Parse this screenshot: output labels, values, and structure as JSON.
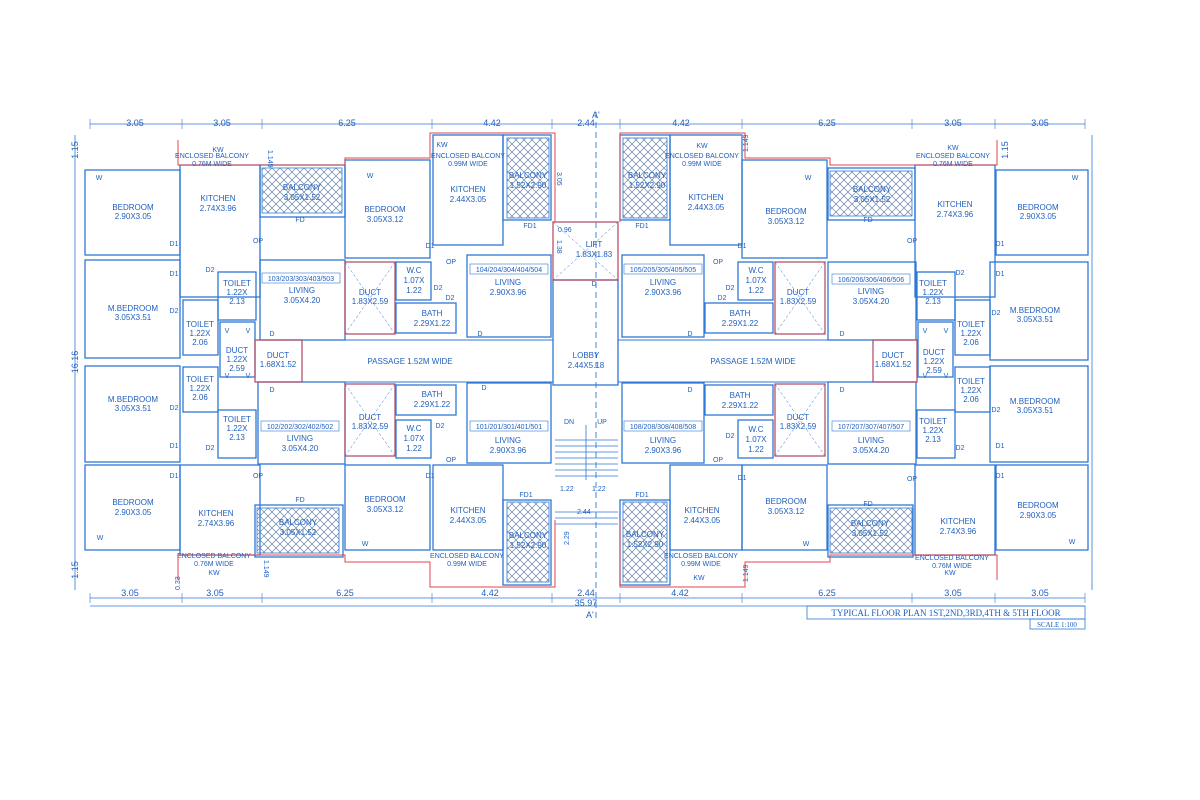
{
  "colors": {
    "line": "#2f78d6",
    "accent": "#e0454f",
    "text": "#1f5fbf",
    "hatch": "#6b86a8"
  },
  "top_dims": [
    "3.05",
    "3.05",
    "6.25",
    "4.42",
    "2.44",
    "4.42",
    "6.25",
    "3.05",
    "3.05"
  ],
  "bottom_dims": [
    "3.05",
    "3.05",
    "6.25",
    "4.42",
    "2.44",
    "4.42",
    "6.25",
    "3.05",
    "3.05"
  ],
  "overall_width": "35.97",
  "overall_height": "16.16",
  "side_dims": {
    "top_left": "1.15",
    "bottom_left": "1.15",
    "top_right": "1.15"
  },
  "section": {
    "top": "A'",
    "bottom": "A'"
  },
  "rooms": {
    "bedroom": {
      "label": "BEDROOM",
      "size": "2.90X3.05"
    },
    "bedroom_inner": {
      "label": "BEDROOM",
      "size": "3.05X3.12"
    },
    "m_bedroom": {
      "label": "M.BEDROOM",
      "size": "3.05X3.51"
    },
    "kitchen_a": {
      "label": "KITCHEN",
      "size": "2.74X3.96"
    },
    "kitchen_b": {
      "label": "KITCHEN",
      "size": "2.44X3.05"
    },
    "balcony_a": {
      "label": "BALCONY",
      "size": "3.05X1.52"
    },
    "balcony_b": {
      "label": "BALCONY",
      "size": "1.52X2.90"
    },
    "living_a": {
      "label": "LIVING",
      "size": "3.05X4.20"
    },
    "living_b": {
      "label": "LIVING",
      "size": "2.90X3.96"
    },
    "toilet": {
      "label": "TOILET",
      "size_1": "1.22X",
      "size_2": "2.13"
    },
    "toilet_b": {
      "label": "TOILET",
      "size_1": "1.22X",
      "size_2": "2.06"
    },
    "duct_a": {
      "label": "DUCT",
      "size_1": "1.22X",
      "size_2": "2.59"
    },
    "duct_b": {
      "label": "DUCT",
      "size": "1.68X1.52"
    },
    "duct_c": {
      "label": "DUCT",
      "size": "1.83X2.59"
    },
    "wc": {
      "label": "W.C",
      "size_1": "1.07X",
      "size_2": "1.22"
    },
    "bath": {
      "label": "BATH",
      "size": "2.29X1.22"
    },
    "enclosed_balcony_a": {
      "label": "ENCLOSED BALCONY",
      "width": "0.76M WIDE"
    },
    "enclosed_balcony_b": {
      "label": "ENCLOSED BALCONY",
      "width": "0.99M WIDE"
    },
    "lift": {
      "label": "LIFT",
      "size": "1.83X1.83"
    },
    "lobby": {
      "label": "LOBBY",
      "size": "2.44X5.18"
    }
  },
  "passage_left": "PASSAGE 1.52M WIDE",
  "passage_right": "PASSAGE 1.52M WIDE",
  "units": {
    "u103": "103/203/303/403/503",
    "u104": "104/204/304/404/504",
    "u105": "105/205/305/405/505",
    "u106": "106/206/306/406/506",
    "u102": "102/202/302/402/502",
    "u101": "101/201/301/401/501",
    "u108": "108/208/308/408/508",
    "u107": "107/207/307/407/507"
  },
  "markers": {
    "kw": "KW",
    "w": "W",
    "fd": "FD",
    "fd1": "FD1",
    "d": "D",
    "d1": "D1",
    "d2": "D2",
    "op": "OP",
    "v": "V",
    "dn": "DN",
    "up": "UP"
  },
  "inner_dims": {
    "d1149": "1.149",
    "d305": "3.05",
    "d122": "1.22",
    "d244": "2.44",
    "d229": "2.29",
    "d033": "0.33",
    "d138": "1.38",
    "d096": "0.96"
  },
  "title": "TYPICAL FLOOR PLAN 1ST,2ND,3RD,4TH & 5TH FLOOR",
  "scale": "SCALE 1:100"
}
